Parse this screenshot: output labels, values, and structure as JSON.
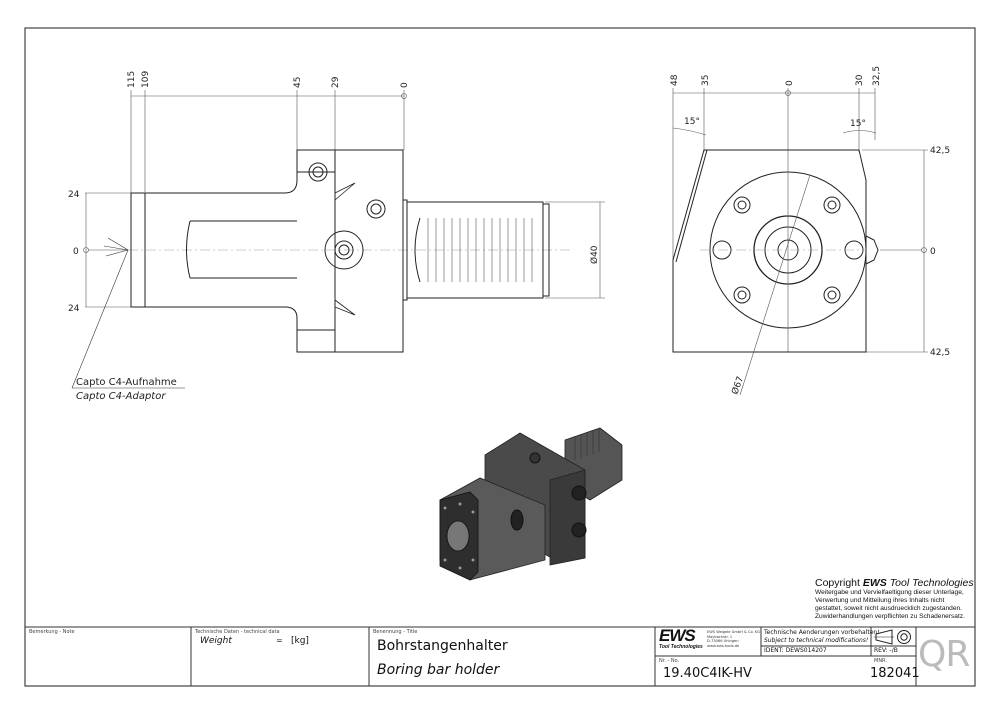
{
  "drawing": {
    "side_view": {
      "horizontal_dims": [
        "115",
        "109",
        "45",
        "29",
        "0"
      ],
      "vertical_dims": [
        "24",
        "0",
        "24"
      ],
      "diameter_label": "Ø40",
      "callout": {
        "german": "Capto C4-Aufnahme",
        "english": "Capto C4-Adaptor"
      }
    },
    "front_view": {
      "horizontal_dims": [
        "48",
        "35",
        "0",
        "30",
        "32,5"
      ],
      "angles": [
        "15°",
        "15°"
      ],
      "vertical_dims": [
        "42,5",
        "0",
        "42,5"
      ],
      "diameter_label": "Ø67"
    }
  },
  "copyright": {
    "heading_prefix": "Copyright ",
    "heading_brand": "EWS",
    "heading_suffix": " Tool Technologies",
    "lines": [
      "Weitergabe und Vervielfaeltigung dieser Unterlage,",
      "Verwertung und Mitteilung ihres Inhalts nicht",
      "gestattet, soweit nicht ausdruecklich zugestanden.",
      "Zuwiderhandlungen verpflichten zu Schadenersatz."
    ]
  },
  "title_block": {
    "note_label": "Bemerkung - Note",
    "tech_label": "Technische Daten - technical data",
    "weight_label": "Weight",
    "weight_eq": "=",
    "weight_unit": "[kg]",
    "title_label": "Benennung - Title",
    "title_de": "Bohrstangenhalter",
    "title_en": "Boring bar holder",
    "logo_text": "EWS",
    "logo_sub": "Tool Technologies",
    "company_lines": [
      "EWS Weigele GmbH & Co. KG",
      "Maybachstr. 1",
      "D-73066 Uhingen",
      "www.ews-tools.de"
    ],
    "changes_de": "Technische Aenderungen vorbehalten!",
    "changes_en": "Subject to technical modifications!",
    "ident_label": "IDENT:",
    "ident_value": "DEWS014207",
    "rev_label": "REV:",
    "rev_value": "-/B",
    "nr_label": "Nr. - No.",
    "part_number": "19.40C4IK-HV",
    "mnr_label": "MNR.",
    "mnr_value": "182041",
    "qr_text": "QR"
  }
}
